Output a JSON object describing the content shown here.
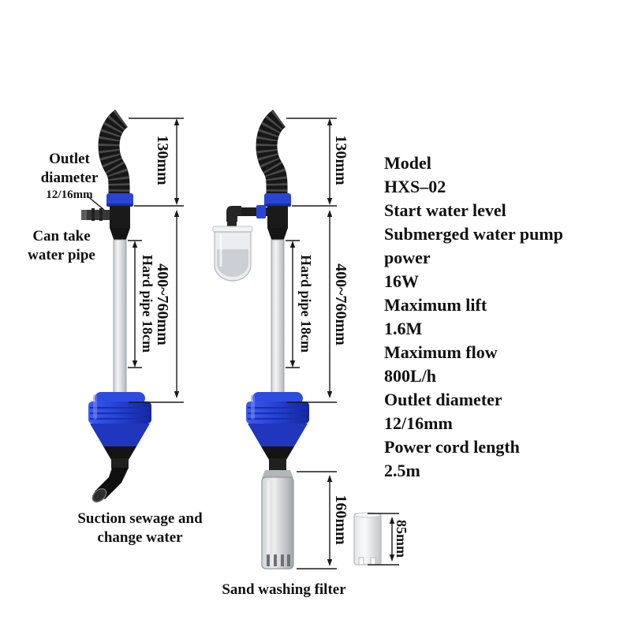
{
  "specs": {
    "lines": [
      "Model",
      "HXS–02",
      "Start water level",
      "Submerged water pump power",
      "16W",
      "Maximum lift",
      "1.6M",
      "Maximum flow",
      "800L/h",
      "Outlet diameter",
      "12/16mm",
      "Power cord length",
      "2.5m"
    ]
  },
  "dimensions": {
    "hose_length": "130mm",
    "pipe_range": "400~760mm",
    "hard_pipe": "Hard pipe 18cm",
    "filter_length": "160mm",
    "small_filter_length": "85mm"
  },
  "labels": {
    "outlet_title": "Outlet diameter",
    "outlet_value": "12/16mm",
    "intake": "Can take water pipe",
    "suction": "Suction sewage and change water",
    "sand_filter": "Sand washing filter"
  },
  "colors": {
    "pump_blue": "#2945d8",
    "hose_black": "#171717",
    "text": "#111111"
  }
}
